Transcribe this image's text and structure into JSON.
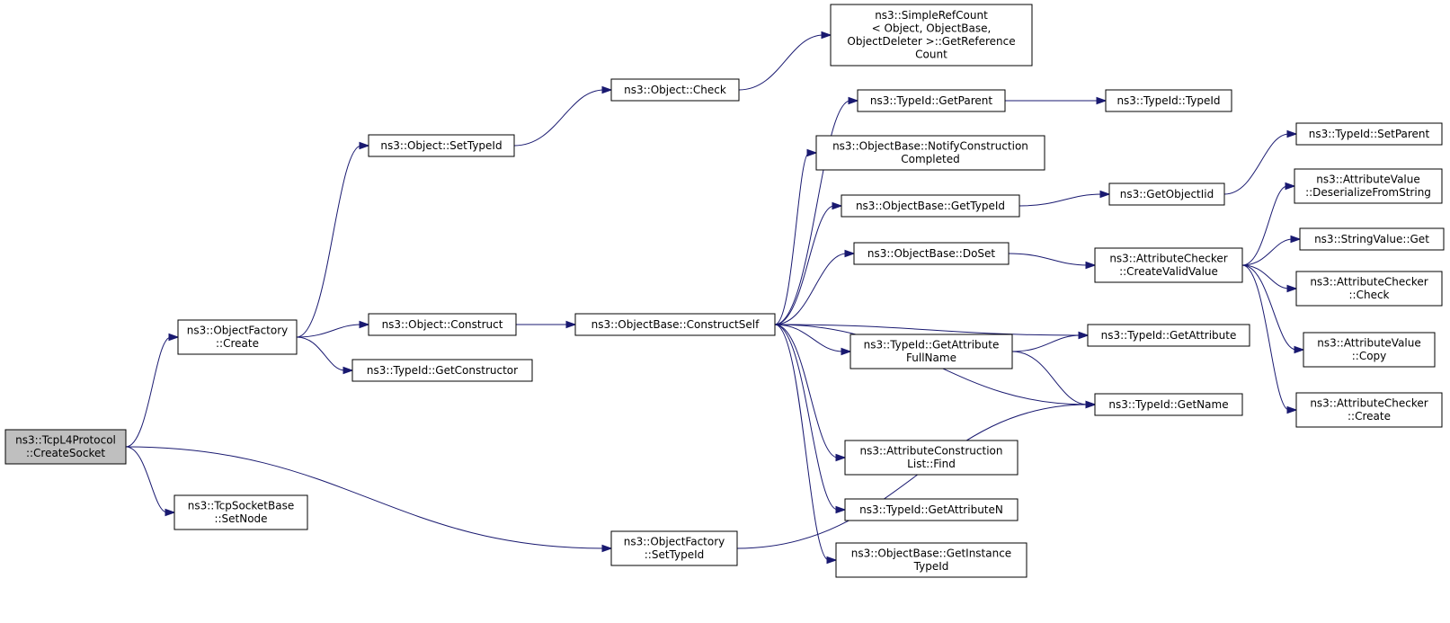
{
  "colors": {
    "edge": "#191970",
    "node_fill": "#ffffff",
    "root_fill": "#bfbfbf",
    "border": "#000000"
  },
  "nodes": [
    {
      "id": "root",
      "lines": [
        "ns3::TcpL4Protocol",
        "::CreateSocket"
      ],
      "root": true
    },
    {
      "id": "of_create",
      "lines": [
        "ns3::ObjectFactory",
        "::Create"
      ]
    },
    {
      "id": "tsb_setnode",
      "lines": [
        "ns3::TcpSocketBase",
        "::SetNode"
      ]
    },
    {
      "id": "of_settypeid",
      "lines": [
        "ns3::ObjectFactory",
        "::SetTypeId"
      ]
    },
    {
      "id": "obj_settypeid",
      "lines": [
        "ns3::Object::SetTypeId"
      ]
    },
    {
      "id": "obj_construct",
      "lines": [
        "ns3::Object::Construct"
      ]
    },
    {
      "id": "tid_getconstructor",
      "lines": [
        "ns3::TypeId::GetConstructor"
      ]
    },
    {
      "id": "obj_check",
      "lines": [
        "ns3::Object::Check"
      ]
    },
    {
      "id": "srefcount",
      "lines": [
        "ns3::SimpleRefCount",
        "< Object, ObjectBase,",
        " ObjectDeleter >::GetReference",
        "Count"
      ]
    },
    {
      "id": "ob_constructself",
      "lines": [
        "ns3::ObjectBase::ConstructSelf"
      ]
    },
    {
      "id": "tid_getparent",
      "lines": [
        "ns3::TypeId::GetParent"
      ]
    },
    {
      "id": "ob_notify",
      "lines": [
        "ns3::ObjectBase::NotifyConstruction",
        "Completed"
      ]
    },
    {
      "id": "ob_gettypeid",
      "lines": [
        "ns3::ObjectBase::GetTypeId"
      ]
    },
    {
      "id": "ob_doset",
      "lines": [
        "ns3::ObjectBase::DoSet"
      ]
    },
    {
      "id": "tid_getattrfull",
      "lines": [
        "ns3::TypeId::GetAttribute",
        "FullName"
      ]
    },
    {
      "id": "acl_find",
      "lines": [
        "ns3::AttributeConstruction",
        "List::Find"
      ]
    },
    {
      "id": "tid_getattrn",
      "lines": [
        "ns3::TypeId::GetAttributeN"
      ]
    },
    {
      "id": "ob_getinstance",
      "lines": [
        "ns3::ObjectBase::GetInstance",
        "TypeId"
      ]
    },
    {
      "id": "tid_typeid",
      "lines": [
        "ns3::TypeId::TypeId"
      ]
    },
    {
      "id": "getobjectiid",
      "lines": [
        "ns3::GetObjectIid"
      ]
    },
    {
      "id": "ac_createvalid",
      "lines": [
        "ns3::AttributeChecker",
        "::CreateValidValue"
      ]
    },
    {
      "id": "tid_getattribute",
      "lines": [
        "ns3::TypeId::GetAttribute"
      ]
    },
    {
      "id": "tid_getname",
      "lines": [
        "ns3::TypeId::GetName"
      ]
    },
    {
      "id": "tid_setparent",
      "lines": [
        "ns3::TypeId::SetParent"
      ]
    },
    {
      "id": "av_deserialize",
      "lines": [
        "ns3::AttributeValue",
        "::DeserializeFromString"
      ]
    },
    {
      "id": "sv_get",
      "lines": [
        "ns3::StringValue::Get"
      ]
    },
    {
      "id": "ac_check",
      "lines": [
        "ns3::AttributeChecker",
        "::Check"
      ]
    },
    {
      "id": "av_copy",
      "lines": [
        "ns3::AttributeValue",
        "::Copy"
      ]
    },
    {
      "id": "ac_create",
      "lines": [
        "ns3::AttributeChecker",
        "::Create"
      ]
    }
  ],
  "edges": [
    [
      "root",
      "of_create"
    ],
    [
      "root",
      "tsb_setnode"
    ],
    [
      "root",
      "of_settypeid"
    ],
    [
      "of_create",
      "obj_settypeid"
    ],
    [
      "of_create",
      "obj_construct"
    ],
    [
      "of_create",
      "tid_getconstructor"
    ],
    [
      "obj_settypeid",
      "obj_check"
    ],
    [
      "obj_check",
      "srefcount"
    ],
    [
      "obj_construct",
      "ob_constructself"
    ],
    [
      "ob_constructself",
      "tid_getparent"
    ],
    [
      "ob_constructself",
      "ob_notify"
    ],
    [
      "ob_constructself",
      "ob_gettypeid"
    ],
    [
      "ob_constructself",
      "ob_doset"
    ],
    [
      "ob_constructself",
      "tid_getattribute"
    ],
    [
      "ob_constructself",
      "tid_getattrfull"
    ],
    [
      "ob_constructself",
      "tid_getname"
    ],
    [
      "ob_constructself",
      "acl_find"
    ],
    [
      "ob_constructself",
      "tid_getattrn"
    ],
    [
      "ob_constructself",
      "ob_getinstance"
    ],
    [
      "tid_getparent",
      "tid_typeid"
    ],
    [
      "ob_gettypeid",
      "getobjectiid"
    ],
    [
      "getobjectiid",
      "tid_setparent"
    ],
    [
      "ob_doset",
      "ac_createvalid"
    ],
    [
      "tid_getattrfull",
      "tid_getattribute"
    ],
    [
      "tid_getattrfull",
      "tid_getname"
    ],
    [
      "ac_createvalid",
      "av_deserialize"
    ],
    [
      "ac_createvalid",
      "sv_get"
    ],
    [
      "ac_createvalid",
      "ac_check"
    ],
    [
      "ac_createvalid",
      "av_copy"
    ],
    [
      "ac_createvalid",
      "ac_create"
    ],
    [
      "of_settypeid",
      "tid_getname"
    ]
  ]
}
